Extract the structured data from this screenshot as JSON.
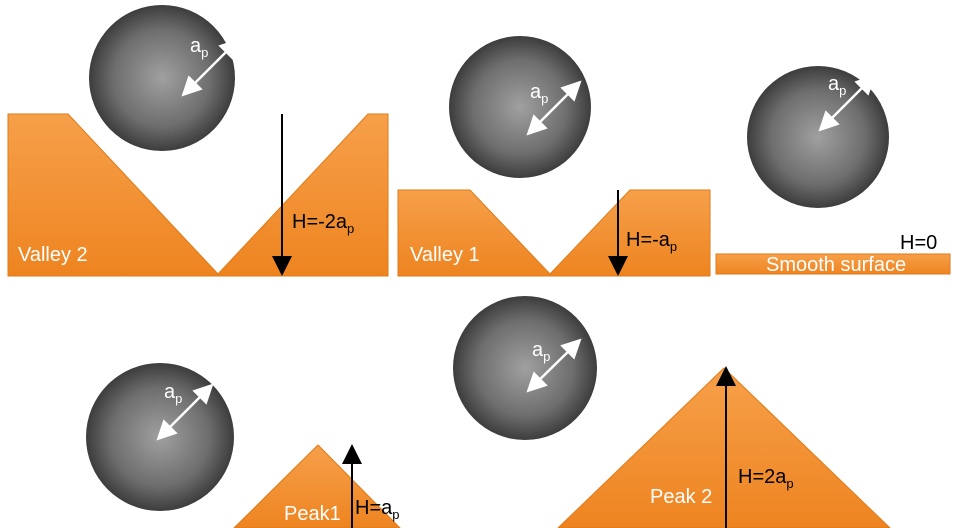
{
  "colors": {
    "surface": "#f28c22",
    "surface_edge": "#d9741a",
    "sphere_light": "#9a9a9a",
    "sphere_dark": "#2a2a2a",
    "arrow_white": "#ffffff",
    "arrow_black": "#000000"
  },
  "radius_label": {
    "base": "a",
    "sub": "p"
  },
  "panels": {
    "valley2": {
      "name": "Valley 2",
      "height_base": "H=-2a",
      "height_sub": "p"
    },
    "valley1": {
      "name": "Valley 1",
      "height_base": "H=-a",
      "height_sub": "p"
    },
    "smooth": {
      "name": "Smooth surface",
      "height": "H=0"
    },
    "peak1": {
      "name": "Peak1",
      "height_base": "H=a",
      "height_sub": "p"
    },
    "peak2": {
      "name": "Peak 2",
      "height_base": "H=2a",
      "height_sub": "p"
    }
  }
}
